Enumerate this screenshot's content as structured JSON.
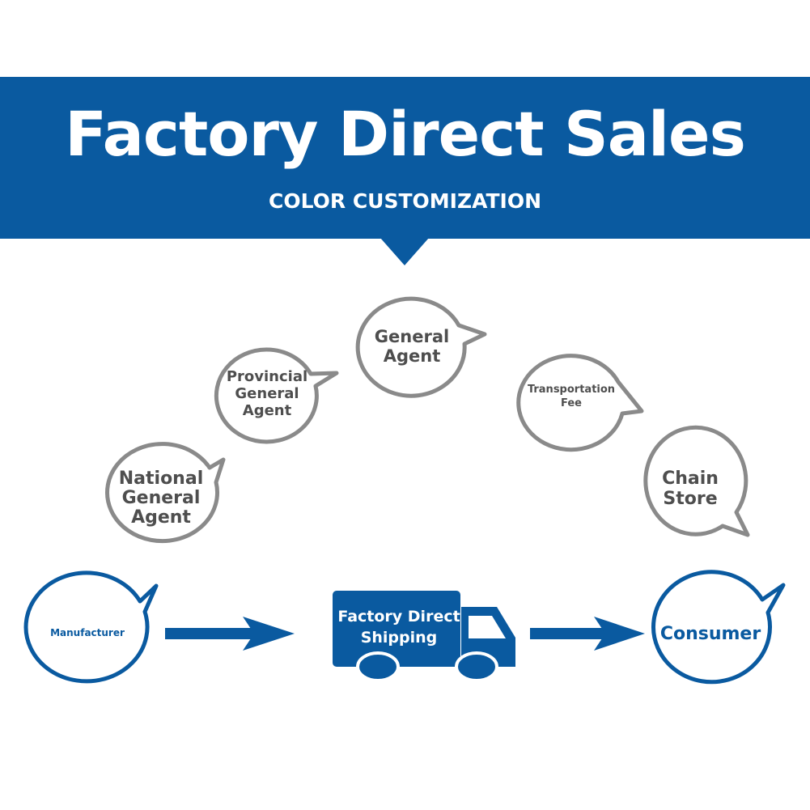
{
  "banner": {
    "title": "Factory Direct Sales",
    "subtitle": "COLOR CUSTOMIZATION"
  },
  "colors": {
    "brand_blue": "#0a5aa0",
    "bubble_gray": "#8a8a8a",
    "label_gray": "#4e4e4e",
    "background": "#ffffff"
  },
  "nodes": {
    "national": {
      "line1": "National",
      "line2": "General",
      "line3": "Agent"
    },
    "provincial": {
      "line1": "Provincial",
      "line2": "General",
      "line3": "Agent"
    },
    "general": {
      "line1": "General",
      "line2": "Agent"
    },
    "transport": {
      "line1": "Transportation",
      "line2": "Fee"
    },
    "chain": {
      "line1": "Chain",
      "line2": "Store"
    },
    "manufacturer": {
      "label": "Manufacturer"
    },
    "consumer": {
      "label": "Consumer"
    }
  },
  "truck": {
    "line1": "Factory Direct",
    "line2": "Shipping",
    "icon": "delivery-truck-icon"
  },
  "arrows": {
    "icon": "right-arrow-icon"
  }
}
